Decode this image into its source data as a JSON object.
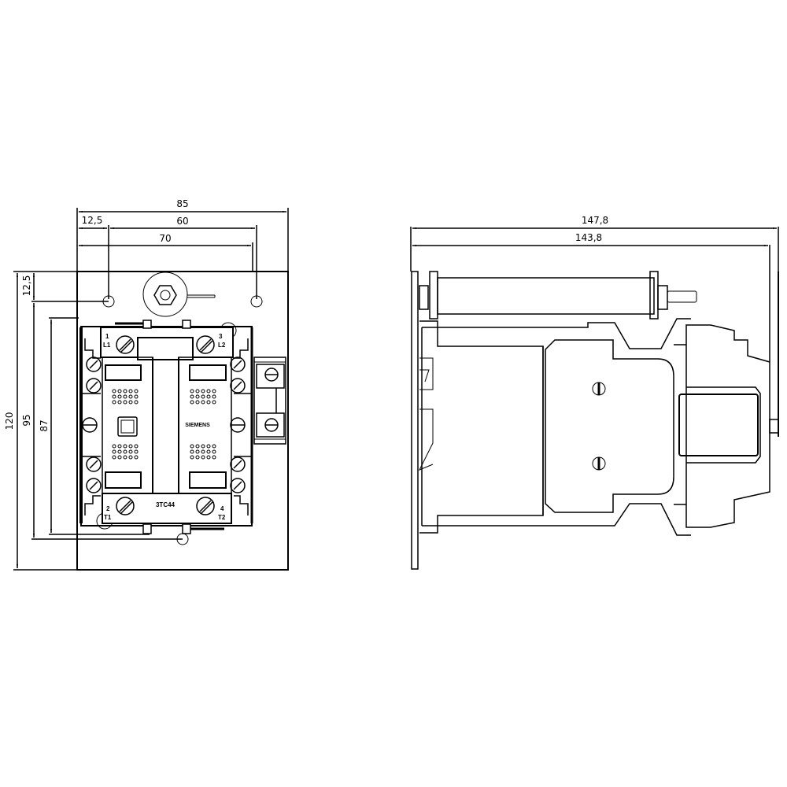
{
  "drawing": {
    "type": "technical-dimension-drawing",
    "product_label": "3TC44",
    "brand_label": "SIEMENS",
    "colors": {
      "line": "#000000",
      "background": "#ffffff"
    }
  },
  "front_view": {
    "dimensions": {
      "width_overall": "85",
      "offset_left": "12,5",
      "hole_spacing_h": "60",
      "body_width": "70",
      "height_overall": "120",
      "offset_top": "12,5",
      "hole_spacing_v": "95",
      "body_height": "87"
    },
    "terminals": {
      "top_left_num": "1",
      "top_left_name": "L1",
      "top_right_num": "3",
      "top_right_name": "L2",
      "bottom_left_num": "2",
      "bottom_left_name": "T1",
      "bottom_right_num": "4",
      "bottom_right_name": "T2"
    }
  },
  "side_view": {
    "dimensions": {
      "depth_overall": "147,8",
      "depth_body": "143,8"
    }
  }
}
